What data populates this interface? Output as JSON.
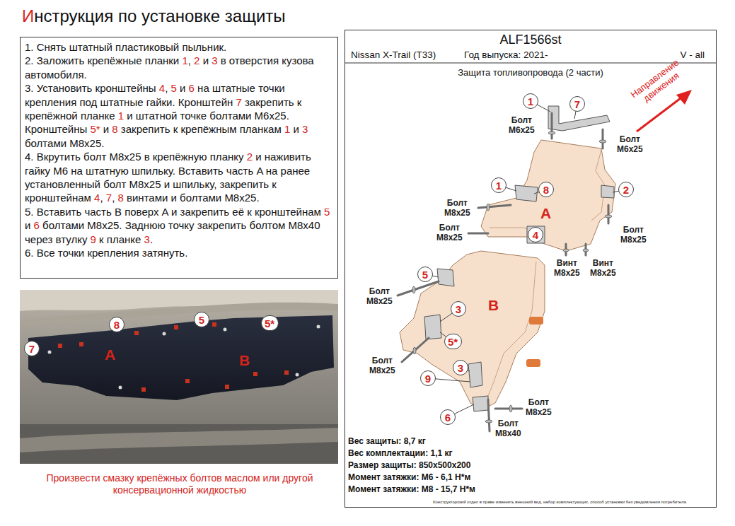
{
  "diagram": {
    "title": "Инструкция по установке защиты",
    "nodes": [
      {
        "text": [
          "1. Снять штатный пластиковый пыльник.",
          "2. Заложить крепёжные планки 1, 2 и 3 в отверстия кузова автомобиля.",
          "3. Установить кронштейны 4, 5 и 6 на штатные точки крепления под штатные гайки. Кронштейн 7 закрепить к крепёжной планке 1 и штатной точке болтами М6х25. Кронштейны 5* и 8 закрепить к крепёжным планкам 1 и 3 болтами М8х25.",
          "4. Вкрутить болт М8х25 в крепёжную планку 2 и наживить гайку М6 на штатную шпильку. Вставить часть A на ранее установленный болт М8х25 и шпильку, закрепить к кронштейнам 4, 7, 8 винтами и болтами М8х25.",
          "5. Вставить часть B поверх A и закрепить её к кронштейнам 5 и 6 болтами М8х25. Заднюю точку закрепить болтом М8х40 через втулку 9 к планке 3.",
          "6. Все точки крепления затянуть."
        ]
      },
      {
        "text": [
          "ALF1566st",
          "Nissan X-Trail (T33)",
          "Год выпуска: 2021-",
          "V - all"
        ]
      },
      {
        "text": [
          "1"
        ],
        "in": 1
      },
      {
        "text": [
          "7"
        ],
        "in": 1
      },
      {
        "text": [
          "1"
        ],
        "in": 1
      },
      {
        "text": [
          "8"
        ],
        "in": 1
      },
      {
        "text": [
          "2"
        ],
        "in": 1
      },
      {
        "text": [
          "4"
        ],
        "in": 1
      },
      {
        "text": [
          "5"
        ],
        "in": 1
      },
      {
        "text": [
          "3"
        ],
        "in": 1
      },
      {
        "text": [
          "5*"
        ],
        "in": 1
      },
      {
        "text": [
          "3"
        ],
        "in": 1
      },
      {
        "text": [
          "9"
        ],
        "in": 1
      },
      {
        "text": [
          "6"
        ],
        "in": 1
      },
      {
        "text": [
          "8"
        ]
      },
      {
        "text": [
          "5"
        ]
      },
      {
        "text": [
          "5*"
        ]
      },
      {
        "text": [
          "7"
        ]
      }
    ],
    "labels": [
      "Защита топливопровода (2 части)",
      "Направление движения",
      "Болт М6х25",
      "Болт М6х25",
      "Болт М8х25",
      "A",
      "Болт М8х25",
      "Болт М8х25",
      "Винт М8х25",
      "Винт М8х25",
      "Болт М8х25",
      "B",
      "Болт М8х25",
      "Болт М8х25",
      "Болт М8х40",
      "Вес защиты: 8,7 кг",
      "Вес комплектации: 1,1 кг",
      "Размер защиты: 850х500х200",
      "Момент затяжки: М6 - 6,1 Н*м",
      "Момент затяжки: М8 - 15,7 Н*м",
      "Конструкторский отдел в праве изменять внешний вид, набор комплектующих, способ установки без уведомления потребителя.",
      "A",
      "B",
      "Произвести смазку крепёжных болтов маслом или другой консервационной жидкостью"
    ]
  }
}
